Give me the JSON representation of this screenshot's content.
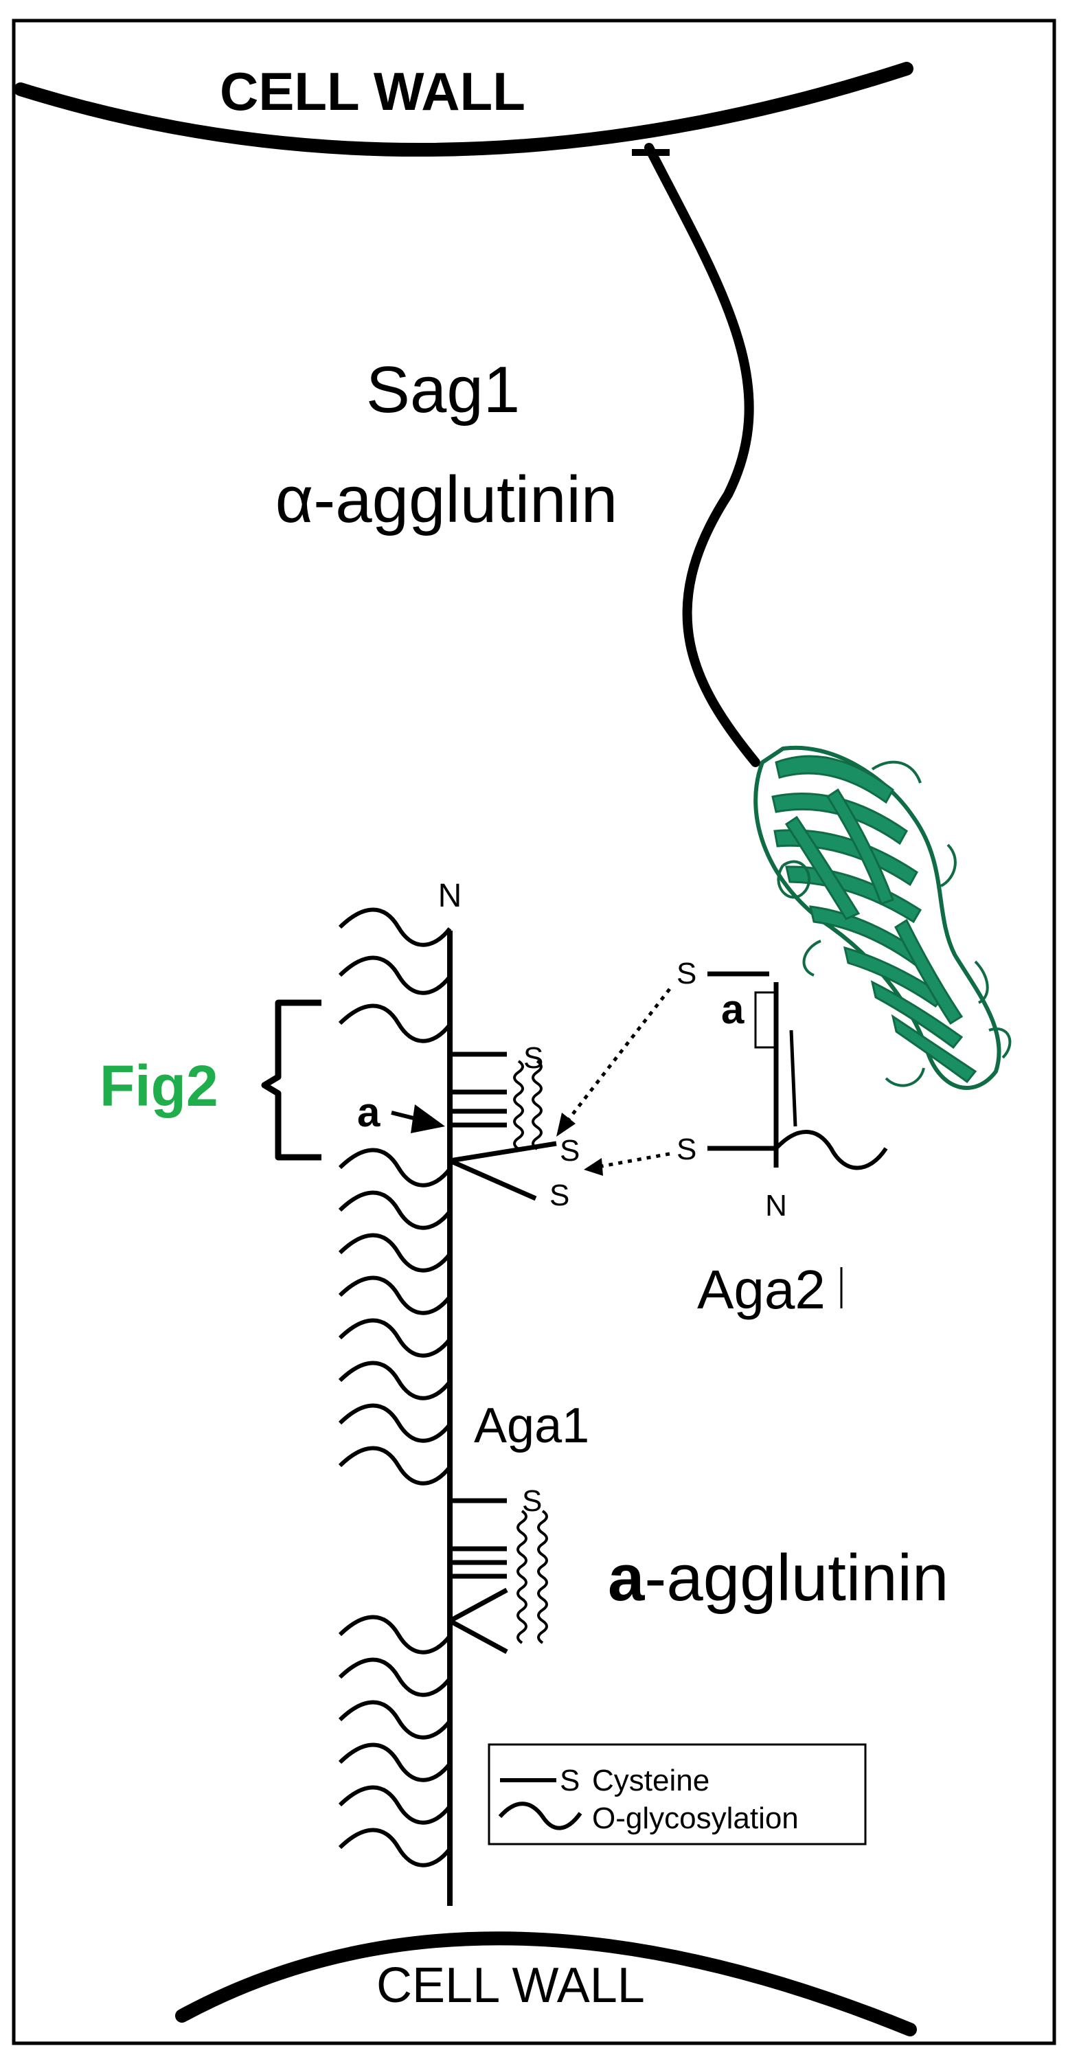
{
  "cell_wall_top": "CELL WALL",
  "cell_wall_bottom": "CELL WALL",
  "sag1": {
    "name": "Sag1",
    "alpha": "α",
    "suffix": "-agglutinin"
  },
  "aga1": {
    "name": "Aga1",
    "n_terminus": "N",
    "sulfur": "S",
    "site_label": "a"
  },
  "aga2": {
    "name": "Aga2",
    "n_terminus": "N",
    "sulfur": "S",
    "box_label": "a"
  },
  "fig_ref": {
    "label": "Fig2",
    "color": "#1fae4b"
  },
  "a_agglutinin": {
    "bold": "a",
    "rest": "-agglutinin"
  },
  "legend": {
    "cysteine_symbol": "S",
    "cysteine": "Cysteine",
    "glyco": "O-glycosylation"
  },
  "protein_color": "#1a8f63"
}
